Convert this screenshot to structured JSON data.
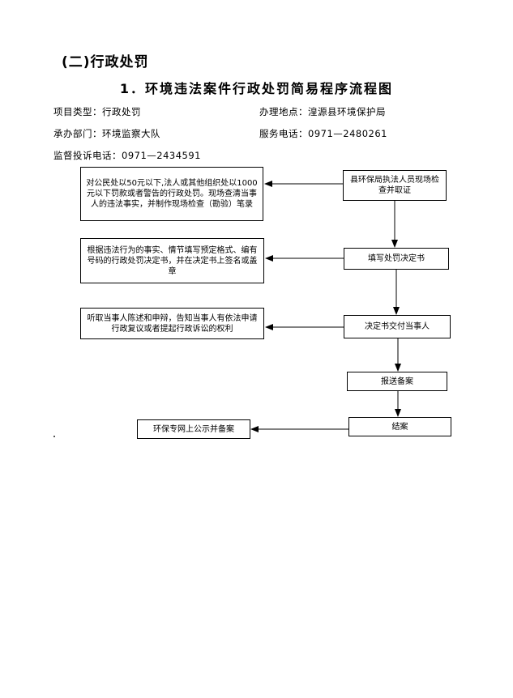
{
  "header": {
    "section": "(二)行政处罚",
    "title": "1．环境违法案件行政处罚简易程序流程图"
  },
  "meta": {
    "item_type": "项目类型：行政处罚",
    "location": "办理地点：湟源县环境保护局",
    "department": "承办部门：环境监察大队",
    "service_phone": "服务电话：0971—2480261",
    "complaint_phone": "监督投诉电话：0971—2434591"
  },
  "flow": {
    "steps": [
      "县环保局执法人员现场检查并取证",
      "填写处罚决定书",
      "决定书交付当事人",
      "报送备案",
      "结案"
    ],
    "notes": [
      "对公民处以50元以下,法人或其他组织处以1000元以下罚款或者警告的行政处罚。现场查清当事人的违法事实，并制作现场检查（勘验）笔录",
      "根据违法行为的事实、情节填写预定格式、编有号码的行政处罚决定书，并在决定书上签名或盖章",
      "听取当事人陈述和申辩，告知当事人有依法申请行政复议或者提起行政诉讼的权利",
      "环保专网上公示并备案"
    ]
  }
}
